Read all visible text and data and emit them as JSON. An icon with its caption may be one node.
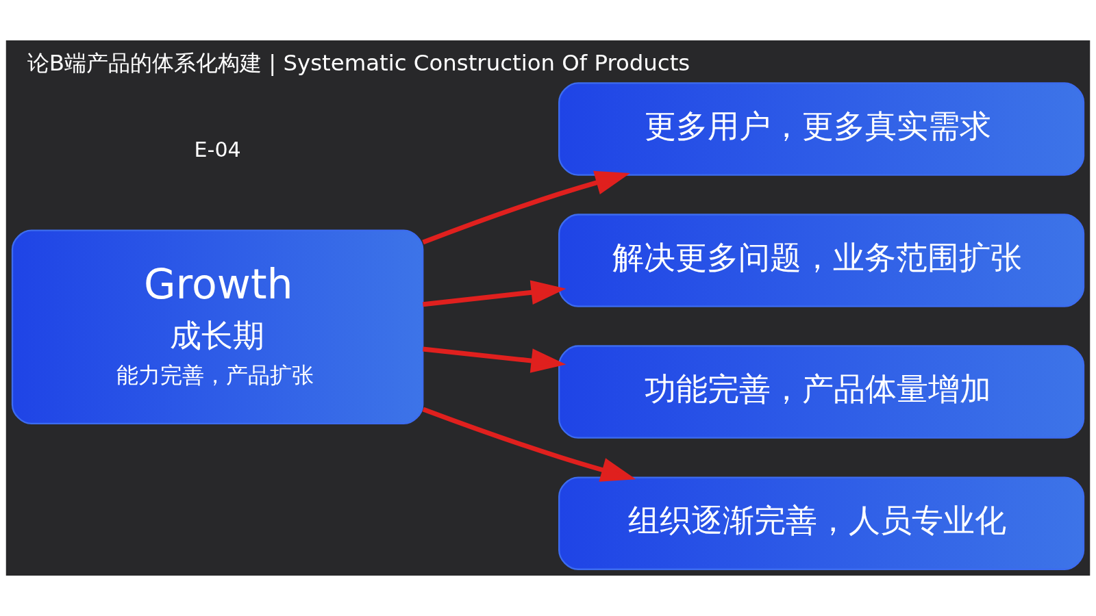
{
  "diagram": {
    "title": "论B端产品的体系化构建 | Systematic Construction Of Products",
    "nodes": [
      {
        "text": [
          "Growth",
          "成长期",
          "能力完善，产品扩张"
        ]
      },
      {
        "text": [
          "更多用户，更多真实需求"
        ]
      },
      {
        "text": [
          "解决更多问题，业务范围扩张"
        ]
      },
      {
        "text": [
          "功能完善，产品体量增加"
        ]
      },
      {
        "text": [
          "组织逐渐完善，人员专业化"
        ]
      }
    ],
    "edges": [
      {
        "from": 0,
        "to": 1,
        "arrow": "to"
      },
      {
        "from": 0,
        "to": 2,
        "arrow": "to"
      },
      {
        "from": 0,
        "to": 3,
        "arrow": "to"
      },
      {
        "from": 0,
        "to": 4,
        "arrow": "to"
      }
    ],
    "labels": [
      "E-04"
    ]
  }
}
